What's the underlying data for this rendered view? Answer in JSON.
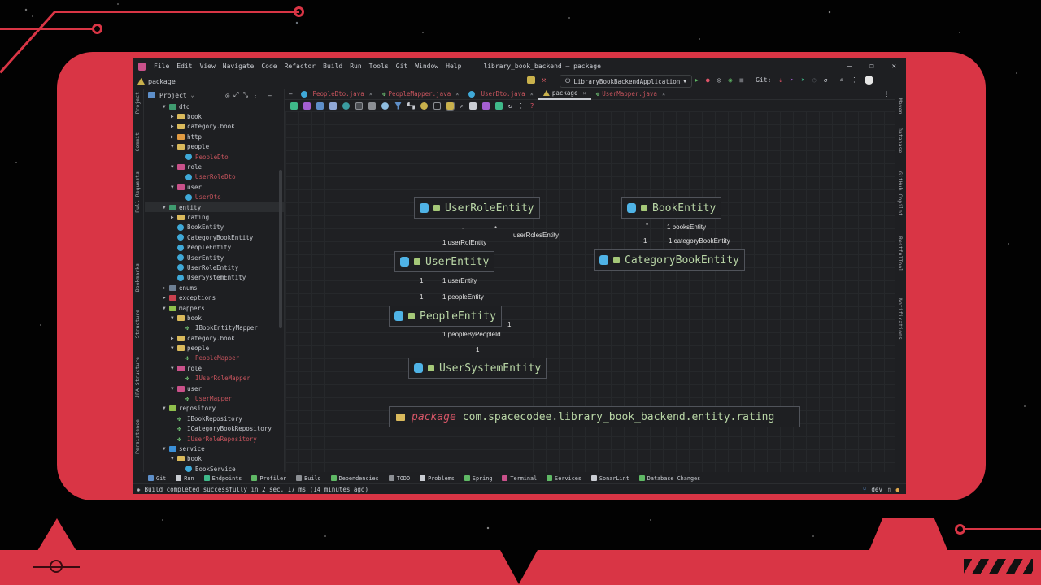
{
  "ide": {
    "window_title": "library_book_backend – package",
    "menu": [
      "File",
      "Edit",
      "View",
      "Navigate",
      "Code",
      "Refactor",
      "Build",
      "Run",
      "Tools",
      "Git",
      "Window",
      "Help"
    ],
    "breadcrumb": "package",
    "run_config": "LibraryBookBackendApplication",
    "git_label": "Git:",
    "window_controls": {
      "minimize": "–",
      "restore": "❐",
      "close": "✕"
    }
  },
  "left_toolstrip": [
    "Project",
    "Commit",
    "Pull Requests",
    "Bookmarks",
    "Structure",
    "JPA Structure",
    "Persistence"
  ],
  "right_toolstrip": [
    "Maven",
    "Database",
    "GitHub Copilot",
    "RestfulTool",
    "Notifications"
  ],
  "project_panel": {
    "title": "Project",
    "tree": [
      {
        "label": "dto",
        "depth": 1,
        "expanded": true,
        "icon": "pkg-green"
      },
      {
        "label": "book",
        "depth": 2,
        "expanded": false,
        "icon": "folder"
      },
      {
        "label": "category.book",
        "depth": 2,
        "expanded": false,
        "icon": "folder"
      },
      {
        "label": "http",
        "depth": 2,
        "expanded": false,
        "icon": "folder-orange"
      },
      {
        "label": "people",
        "depth": 2,
        "expanded": true,
        "icon": "folder"
      },
      {
        "label": "PeopleDto",
        "depth": 3,
        "icon": "class",
        "modified": true
      },
      {
        "label": "role",
        "depth": 2,
        "expanded": true,
        "icon": "pkg-pink"
      },
      {
        "label": "UserRoleDto",
        "depth": 3,
        "icon": "class",
        "modified": true
      },
      {
        "label": "user",
        "depth": 2,
        "expanded": true,
        "icon": "pkg-pink"
      },
      {
        "label": "UserDto",
        "depth": 3,
        "icon": "class",
        "modified": true
      },
      {
        "label": "entity",
        "depth": 1,
        "expanded": true,
        "icon": "pkg-green",
        "selected": true
      },
      {
        "label": "rating",
        "depth": 2,
        "expanded": false,
        "icon": "folder"
      },
      {
        "label": "BookEntity",
        "depth": 2,
        "icon": "class"
      },
      {
        "label": "CategoryBookEntity",
        "depth": 2,
        "icon": "class"
      },
      {
        "label": "PeopleEntity",
        "depth": 2,
        "icon": "class"
      },
      {
        "label": "UserEntity",
        "depth": 2,
        "icon": "class"
      },
      {
        "label": "UserRoleEntity",
        "depth": 2,
        "icon": "class"
      },
      {
        "label": "UserSystemEntity",
        "depth": 2,
        "icon": "class"
      },
      {
        "label": "enums",
        "depth": 1,
        "expanded": false,
        "icon": "pkg-gray"
      },
      {
        "label": "exceptions",
        "depth": 1,
        "expanded": false,
        "icon": "pkg-red"
      },
      {
        "label": "mappers",
        "depth": 1,
        "expanded": true,
        "icon": "pkg-lime"
      },
      {
        "label": "book",
        "depth": 2,
        "expanded": true,
        "icon": "folder"
      },
      {
        "label": "IBookEntityMapper",
        "depth": 3,
        "icon": "mapper"
      },
      {
        "label": "category.book",
        "depth": 2,
        "expanded": false,
        "icon": "folder"
      },
      {
        "label": "people",
        "depth": 2,
        "expanded": true,
        "icon": "folder"
      },
      {
        "label": "PeopleMapper",
        "depth": 3,
        "icon": "mapper",
        "modified": true
      },
      {
        "label": "role",
        "depth": 2,
        "expanded": true,
        "icon": "pkg-pink"
      },
      {
        "label": "IUserRoleMapper",
        "depth": 3,
        "icon": "mapper",
        "modified": true
      },
      {
        "label": "user",
        "depth": 2,
        "expanded": true,
        "icon": "pkg-pink"
      },
      {
        "label": "UserMapper",
        "depth": 3,
        "icon": "mapper",
        "modified": true
      },
      {
        "label": "repository",
        "depth": 1,
        "expanded": true,
        "icon": "pkg-lime"
      },
      {
        "label": "IBookRepository",
        "depth": 2,
        "icon": "mapper"
      },
      {
        "label": "ICategoryBookRepository",
        "depth": 2,
        "icon": "mapper"
      },
      {
        "label": "IUserRoleRepository",
        "depth": 2,
        "icon": "mapper",
        "modified": true
      },
      {
        "label": "service",
        "depth": 1,
        "expanded": true,
        "icon": "pkg-blue"
      },
      {
        "label": "book",
        "depth": 2,
        "expanded": true,
        "icon": "folder"
      },
      {
        "label": "BookService",
        "depth": 3,
        "icon": "class"
      }
    ]
  },
  "editor": {
    "tabs": [
      {
        "label": "PeopleDto.java",
        "icon": "class",
        "active": false
      },
      {
        "label": "PeopleMapper.java",
        "icon": "mapper",
        "active": false
      },
      {
        "label": "UserDto.java",
        "icon": "class",
        "active": false
      },
      {
        "label": "package",
        "icon": "diagram",
        "active": true
      },
      {
        "label": "UserMapper.java",
        "icon": "mapper",
        "active": false
      }
    ],
    "close_glyph": "×"
  },
  "diagram": {
    "nodes": [
      {
        "id": "UserRoleEntity",
        "label": "UserRoleEntity"
      },
      {
        "id": "BookEntity",
        "label": "BookEntity"
      },
      {
        "id": "UserEntity",
        "label": "UserEntity"
      },
      {
        "id": "CategoryBookEntity",
        "label": "CategoryBookEntity"
      },
      {
        "id": "PeopleEntity",
        "label": "PeopleEntity"
      },
      {
        "id": "UserSystemEntity",
        "label": "UserSystemEntity"
      }
    ],
    "edge_labels": {
      "ur_mult_1": "1",
      "ur_star": "*",
      "user_roles_entity": "userRolesEntity",
      "user_rol_entity": "1 userRolEntity",
      "ue_mult_left_1": "1",
      "user_entity": "1 userEntity",
      "ue_mult_left_2": "1",
      "people_entity": "1 peopleEntity",
      "pe_mult_right": "1",
      "people_by_people_id": "1 peopleByPeopleId",
      "us_mult": "1",
      "be_star": "*",
      "books_entity": "1  booksEntity",
      "cb_mult": "1",
      "category_book_entity": "1 categoryBookEntity"
    },
    "package": {
      "keyword": "package",
      "name": "com.spacecodee.library_book_backend.entity.rating"
    }
  },
  "tool_windows": [
    "Git",
    "Run",
    "Endpoints",
    "Profiler",
    "Build",
    "Dependencies",
    "TODO",
    "Problems",
    "Spring",
    "Terminal",
    "Services",
    "SonarLint",
    "Database Changes"
  ],
  "status": {
    "message": "Build completed successfully in 2 sec, 17 ms (14 minutes ago)",
    "branch": "dev"
  },
  "colors": {
    "frame": "#d93545",
    "ide_bg": "#1e1f22",
    "node_text": "#b9d6a6",
    "package_kw": "#d55667",
    "modified": "#c7545d"
  }
}
